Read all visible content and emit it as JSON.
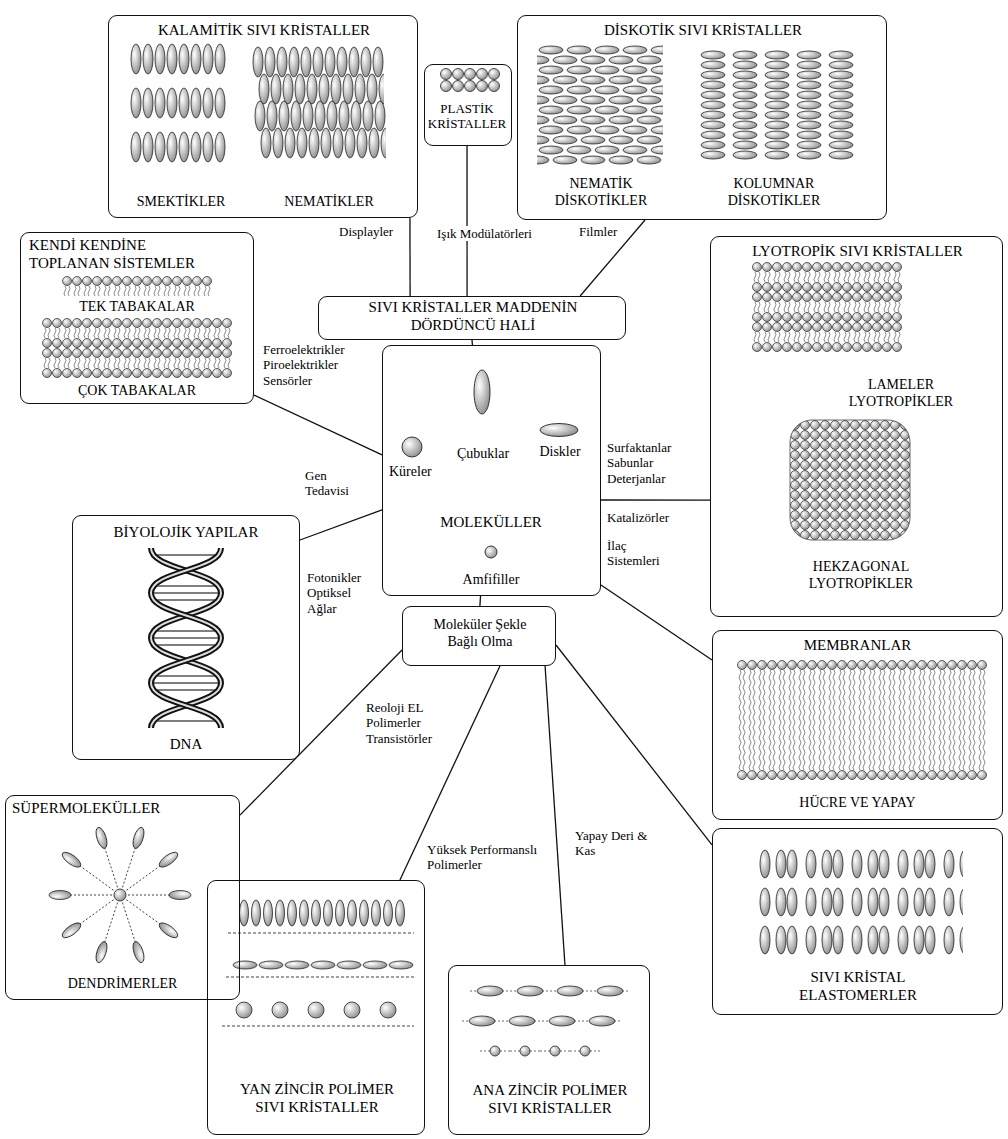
{
  "diagram": {
    "nodes": [
      {
        "text": [
          "KALAMİTİK SIVI KRİSTALLER",
          "SMEKTİKLER",
          "NEMATİKLER"
        ]
      },
      {
        "text": [
          "PLASTİK KRİSTALLER"
        ]
      },
      {
        "text": [
          "DİSKOTİK SIVI KRİSTALLER",
          "NEMATİK DİSKOTİKLER",
          "KOLUMNAR DİSKOTİKLER"
        ]
      },
      {
        "text": [
          "KENDİ KENDİNE TOPLANAN SİSTEMLER",
          "TEK TABAKALAR",
          "ÇOK TABAKALAR"
        ]
      },
      {
        "text": [
          "SIVI KRİSTALLER MADDENİN DÖRDÜNCÜ HALİ"
        ]
      },
      {
        "text": [
          "LYOTROPİK SIVI KRİSTALLER",
          "LAMELER LYOTROPİKLER",
          "HEKZAGONAL LYOTROPİKLER"
        ]
      },
      {
        "text": [
          "Küreler",
          "Çubuklar",
          "Diskler",
          "MOLEKÜLLER",
          "Amfifiller"
        ]
      },
      {
        "text": [
          "BİYOLOJİK YAPILAR",
          "DNA"
        ]
      },
      {
        "text": [
          "Moleküler Şekle Bağlı Olma"
        ]
      },
      {
        "text": [
          "MEMBRANLAR",
          "HÜCRE VE YAPAY"
        ]
      },
      {
        "text": [
          "SÜPERMOLEKÜLLER",
          "DENDRİMERLER"
        ]
      },
      {
        "text": [
          "SIVI KRİSTAL ELASTOMERLER"
        ]
      },
      {
        "text": [
          "YAN ZİNCİR POLİMER SIVI KRİSTALLER"
        ]
      },
      {
        "text": [
          "ANA ZİNCİR POLİMER SIVI KRİSTALLER"
        ]
      }
    ],
    "edges": [
      {
        "from": 0,
        "to": 4,
        "arrow": "none",
        "label": "Displayler"
      },
      {
        "from": 1,
        "to": 4,
        "arrow": "none",
        "label": "Işık Modülatörleri"
      },
      {
        "from": 2,
        "to": 4,
        "arrow": "none",
        "label": "Filmler"
      },
      {
        "from": 6,
        "to": 3,
        "arrow": "none",
        "label": "Ferroelektrikler Piroelektrikler Sensörler"
      },
      {
        "from": 4,
        "to": 6,
        "arrow": "none"
      },
      {
        "from": 6,
        "to": 5,
        "arrow": "none",
        "label": "Surfaktanlar Sabunlar Deterjanlar"
      },
      {
        "from": 6,
        "to": 7,
        "arrow": "none",
        "label": "Gen Tedavisi"
      },
      {
        "from": 6,
        "to": 8,
        "arrow": "none"
      },
      {
        "from": 6,
        "to": 9,
        "arrow": "none",
        "label": "İlaç Sistemleri"
      },
      {
        "from": 8,
        "to": 10,
        "arrow": "none",
        "label": "Reoloji EL Polimerler Transistörler"
      },
      {
        "from": 8,
        "to": 12,
        "arrow": "none",
        "label": "Yüksek Performanslı Polimerler"
      },
      {
        "from": 8,
        "to": 13,
        "arrow": "none",
        "label": "Yapay Deri & Kas"
      },
      {
        "from": 8,
        "to": 11,
        "arrow": "none"
      }
    ],
    "labels": [
      "Katalizörler",
      "Fotonikler Optiksel Ağlar"
    ]
  }
}
